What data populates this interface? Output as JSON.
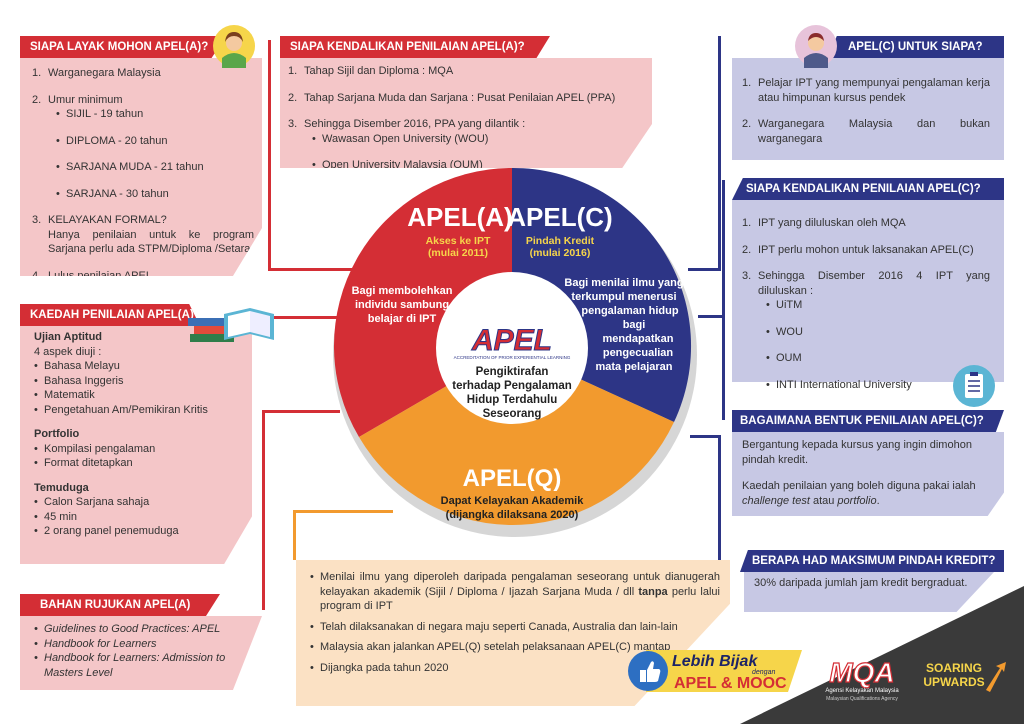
{
  "apel_a_eligibility": {
    "title": "SIAPA LAYAK MOHON APEL(A)?",
    "items": [
      {
        "num": "1.",
        "text": "Warganegara Malaysia"
      },
      {
        "num": "2.",
        "text": "Umur minimum",
        "subs": [
          "SIJIL - 19 tahun",
          "DIPLOMA - 20 tahun",
          "SARJANA MUDA - 21 tahun",
          "SARJANA - 30 tahun"
        ]
      },
      {
        "num": "3.",
        "text": "KELAYAKAN FORMAL?",
        "detail": "Hanya penilaian untuk ke program Sarjana perlu ada STPM/Diploma /Setara"
      },
      {
        "num": "4.",
        "text": "Lulus penilaian APEL"
      }
    ]
  },
  "apel_a_control": {
    "title": "SIAPA KENDALIKAN PENILAIAN APEL(A)?",
    "items": [
      {
        "num": "1.",
        "text": "Tahap Sijil dan Diploma : MQA"
      },
      {
        "num": "2.",
        "text": "Tahap Sarjana Muda dan Sarjana : Pusat Penilaian APEL (PPA)"
      },
      {
        "num": "3.",
        "text": "Sehingga Disember 2016, PPA yang dilantik :",
        "subs": [
          "Wawasan Open University (WOU)",
          "Open University Malaysia (OUM)"
        ]
      }
    ]
  },
  "apel_c_who": {
    "title": "APEL(C) UNTUK SIAPA?",
    "items": [
      {
        "num": "1.",
        "text": "Pelajar IPT yang mempunyai pengalaman kerja atau himpunan kursus pendek"
      },
      {
        "num": "2.",
        "text": "Warganegara Malaysia dan bukan warganegara"
      }
    ]
  },
  "apel_c_control": {
    "title": "SIAPA KENDALIKAN PENILAIAN APEL(C)?",
    "items": [
      {
        "num": "1.",
        "text": "IPT yang diluluskan oleh MQA"
      },
      {
        "num": "2.",
        "text": "IPT perlu mohon untuk laksanakan APEL(C)"
      },
      {
        "num": "3.",
        "text": "Sehingga Disember 2016 4 IPT yang diluluskan :",
        "subs": [
          "UiTM",
          "WOU",
          "OUM",
          "INTI International University"
        ]
      }
    ]
  },
  "apel_a_method": {
    "title": "KAEDAH PENILAIAN APEL(A)",
    "sections": [
      {
        "heading": "Ujian Aptitud",
        "intro": "4 aspek diuji :",
        "items": [
          "Bahasa Melayu",
          "Bahasa Inggeris",
          "Matematik",
          "Pengetahuan Am/Pemikiran Kritis"
        ]
      },
      {
        "heading": "Portfolio",
        "intro": "",
        "items": [
          "Kompilasi pengalaman",
          "Format ditetapkan"
        ]
      },
      {
        "heading": "Temuduga",
        "intro": "",
        "items": [
          "Calon Sarjana sahaja",
          "45 min",
          "2 orang panel penemuduga"
        ]
      }
    ]
  },
  "apel_c_form": {
    "title": "BAGAIMANA BENTUK PENILAIAN APEL(C)?",
    "p1": "Bergantung kepada  kursus yang ingin dimohon pindah kredit.",
    "p2_pre": "Kaedah penilaian yang boleh diguna pakai ialah ",
    "p2_em1": "challenge test",
    "p2_mid": " atau ",
    "p2_em2": "portfolio",
    "p2_end": "."
  },
  "credit_max": {
    "title": "BERAPA HAD MAKSIMUM PINDAH KREDIT?",
    "text": "30% daripada jumlah jam kredit bergraduat."
  },
  "apel_a_references": {
    "title": "BAHAN RUJUKAN APEL(A)",
    "items": [
      "Guidelines to Good Practices:  APEL",
      "Handbook for Learners",
      "Handbook for Learners: Admission to Masters Level"
    ]
  },
  "apel_q_info": {
    "item1_pre": "Menilai ilmu yang diperoleh daripada pengalaman seseorang untuk dianugerah kelayakan akademik (Sijil / Diploma / Ijazah Sarjana Muda / dll ",
    "item1_bold": "tanpa",
    "item1_post": " perlu lalui program di IPT",
    "item2": "Telah dilaksanakan di negara maju seperti Canada, Australia dan lain-lain",
    "item3": "Malaysia akan jalankan APEL(Q) setelah pelaksanaan APEL(C) mantap",
    "item4": "Dijangka pada tahun 2020"
  },
  "circle": {
    "a_title": "APEL(A)",
    "a_sub1": "Akses ke IPT",
    "a_sub2": "(mulai 2011)",
    "a_desc": [
      "Bagi membolehkan",
      "individu sambung",
      "belajar di IPT"
    ],
    "c_title": "APEL(C)",
    "c_sub1": "Pindah Kredit",
    "c_sub2": "(mulai 2016)",
    "c_desc": [
      "Bagi menilai ilmu yang",
      "terkumpul menerusi",
      "pengalaman hidup",
      "bagi",
      "mendapatkan",
      "pengecualian",
      "mata pelajaran"
    ],
    "q_title": "APEL(Q)",
    "q_desc": [
      "Dapat Kelayakan Akademik",
      "(dijangka dilaksana 2020)"
    ],
    "logo_text": "APEL",
    "logo_sub": "ACCREDITATION OF PRIOR EXPERIENTIAL LEARNING",
    "center": [
      "Pengiktirafan",
      "terhadap Pengalaman",
      "Hidup Terdahulu",
      "Seseorang"
    ]
  },
  "footer": {
    "slogan1": "Lebih Bijak",
    "slogan2": "dengan",
    "slogan3": "APEL & MOOC",
    "mqa": "MQA",
    "mqa_sub1": "Agensi Kelayakan Malaysia",
    "mqa_sub2": "Malaysian Qualifications Agency",
    "soaring1": "SOARING",
    "soaring2": "UPWARDS"
  },
  "colors": {
    "red": "#d42e35",
    "blue": "#2d3586",
    "orange": "#f29a2e",
    "pink": "#f4c6c8",
    "lavender": "#c7c8e4",
    "peach": "#fbe1c4"
  },
  "icons": [
    "student-girl-icon",
    "student-boy-icon",
    "books-icon",
    "clipboard-icon",
    "thumbs-up-icon",
    "arrow-up-icon"
  ]
}
